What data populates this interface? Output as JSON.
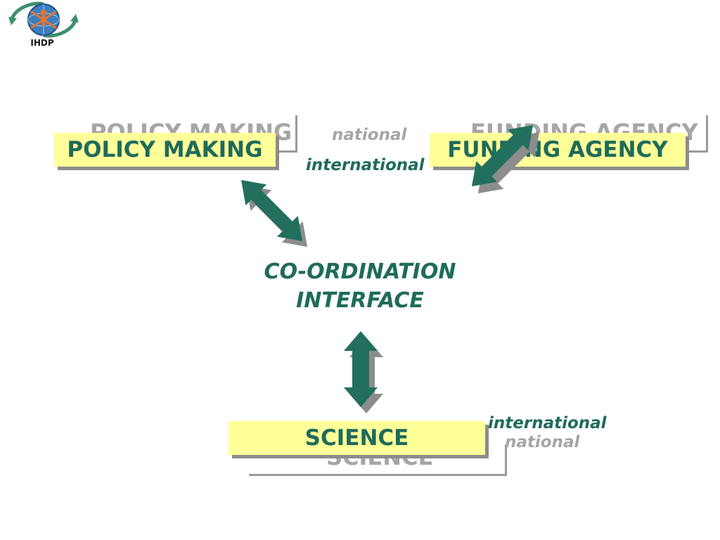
{
  "logo": {
    "text": "IHDP"
  },
  "diagram": {
    "policy_making": {
      "label": "POLICY MAKING"
    },
    "funding_agency": {
      "label": "FUNDING AGENCY"
    },
    "science": {
      "label": "SCIENCE"
    },
    "interface": {
      "line1": "CO-ORDINATION",
      "line2": "INTERFACE"
    },
    "top_levels": {
      "national": "national",
      "international": "international"
    },
    "bottom_levels": {
      "international": "international",
      "national": "national"
    }
  },
  "colors": {
    "box_fill": "#ffff99",
    "accent_green": "#1f6b5a",
    "shadow_grey": "#8c8c8c",
    "muted_grey": "#a6a6a6"
  }
}
